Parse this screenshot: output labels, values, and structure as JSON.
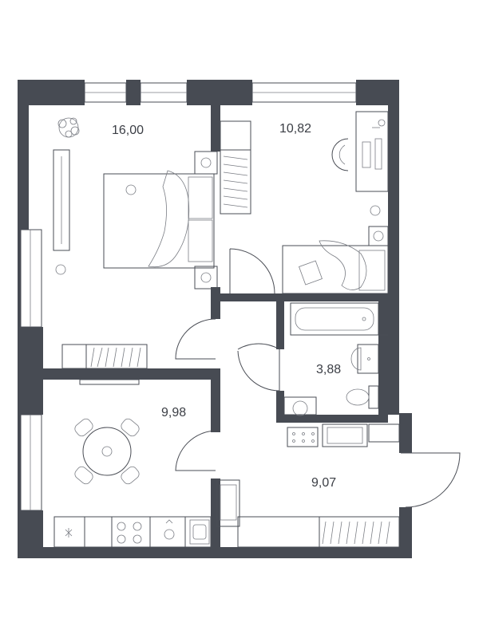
{
  "rooms": [
    {
      "id": "bedroom",
      "area": "16,00"
    },
    {
      "id": "bedroom-2",
      "area": "10,82"
    },
    {
      "id": "bathroom",
      "area": "3,88"
    },
    {
      "id": "kitchen",
      "area": "9,98"
    },
    {
      "id": "hallway",
      "area": "9,07"
    }
  ],
  "colors": {
    "wall": "#474b53",
    "line": "#4a4d55",
    "background": "#ffffff"
  },
  "icons": [
    "plant-icon",
    "bed-icon",
    "desk-icon",
    "chair-icon",
    "wardrobe-icon",
    "bathtub-icon",
    "sink-icon",
    "toilet-icon",
    "washing-machine-icon",
    "table-icon",
    "stove-icon",
    "kitchen-sink-icon",
    "door-icon",
    "window-icon"
  ]
}
